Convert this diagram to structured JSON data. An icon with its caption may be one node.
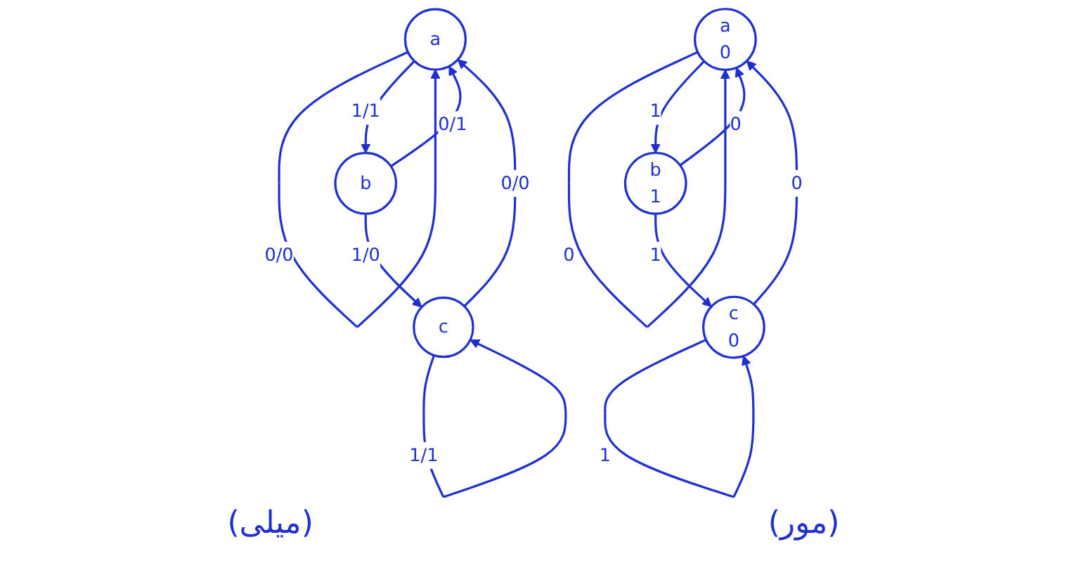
{
  "diagram": {
    "nodes": [
      {
        "text": [
          "a"
        ]
      },
      {
        "text": [
          "b"
        ]
      },
      {
        "text": [
          "c"
        ]
      },
      {
        "text": [
          "a",
          "0"
        ]
      },
      {
        "text": [
          "b",
          "1"
        ]
      },
      {
        "text": [
          "c",
          "0"
        ]
      }
    ],
    "edges": [
      {
        "from": 0,
        "to": 0,
        "arrow": "to",
        "label": "0/0"
      },
      {
        "from": 0,
        "to": 1,
        "arrow": "to",
        "label": "1/1"
      },
      {
        "from": 1,
        "to": 0,
        "arrow": "to",
        "label": "0/1"
      },
      {
        "from": 1,
        "to": 2,
        "arrow": "to",
        "label": "1/0"
      },
      {
        "from": 2,
        "to": 0,
        "arrow": "to",
        "label": "0/0"
      },
      {
        "from": 2,
        "to": 2,
        "arrow": "to",
        "label": "1/1"
      },
      {
        "from": 3,
        "to": 3,
        "arrow": "to",
        "label": "0"
      },
      {
        "from": 3,
        "to": 4,
        "arrow": "to",
        "label": "1"
      },
      {
        "from": 4,
        "to": 3,
        "arrow": "to",
        "label": "0"
      },
      {
        "from": 4,
        "to": 5,
        "arrow": "to",
        "label": "1"
      },
      {
        "from": 5,
        "to": 3,
        "arrow": "to",
        "label": "0"
      },
      {
        "from": 5,
        "to": 5,
        "arrow": "to",
        "label": "1"
      }
    ],
    "labels": [
      "(میلی)",
      "(مور)"
    ]
  }
}
